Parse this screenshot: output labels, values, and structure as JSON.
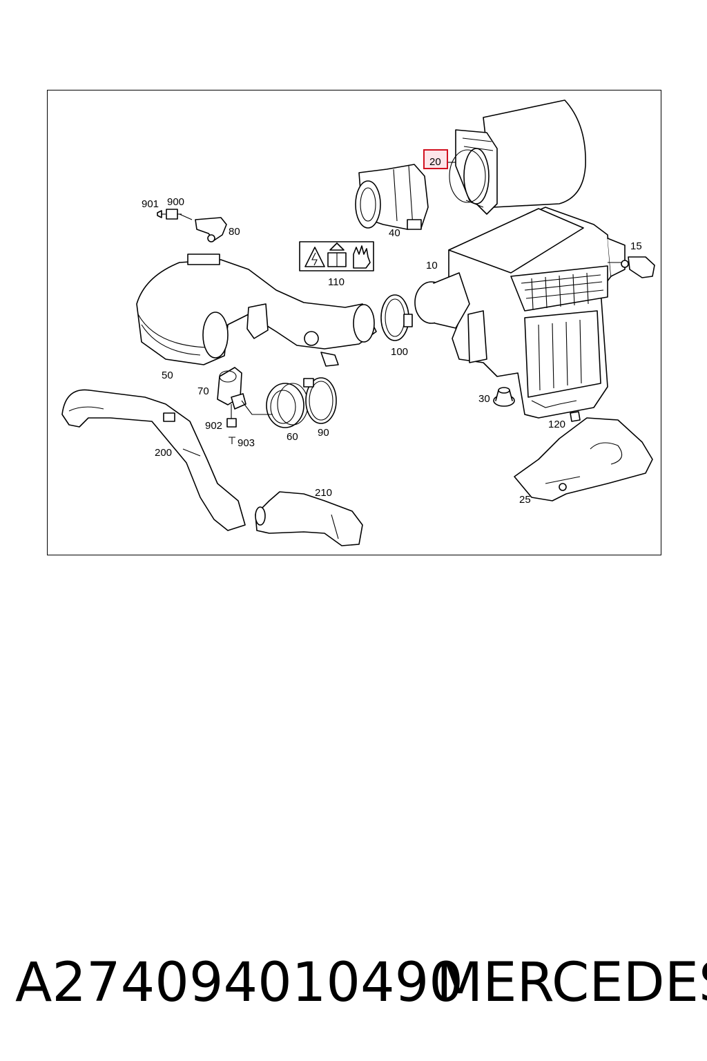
{
  "part_number": "A274094010490",
  "brand": "MERCEDES",
  "highlighted_callout": "20",
  "callouts": {
    "c20": "20",
    "c40": "40",
    "c10": "10",
    "c15": "15",
    "c110": "110",
    "c901": "901",
    "c900": "900",
    "c80": "80",
    "c50": "50",
    "c100": "100",
    "c70": "70",
    "c902": "902",
    "c903": "903",
    "c60": "60",
    "c90": "90",
    "c200": "200",
    "c210": "210",
    "c30": "30",
    "c120": "120",
    "c25": "25"
  },
  "colors": {
    "highlight_stroke": "#d1101f",
    "highlight_fill": "#fde6ea",
    "line": "#000000"
  }
}
